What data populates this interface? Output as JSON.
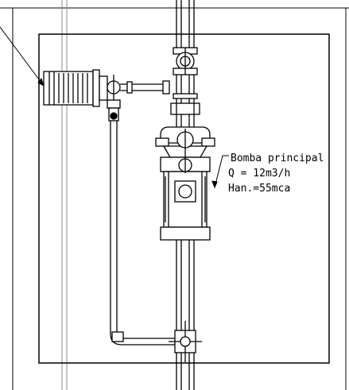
{
  "annotation": {
    "line1": "Bomba principal",
    "line2": "Q = 12m3/h",
    "line3": "Han.=55mca"
  },
  "colors": {
    "line": "#000000",
    "guide": "#8c8c8c",
    "background": "#ffffff"
  }
}
